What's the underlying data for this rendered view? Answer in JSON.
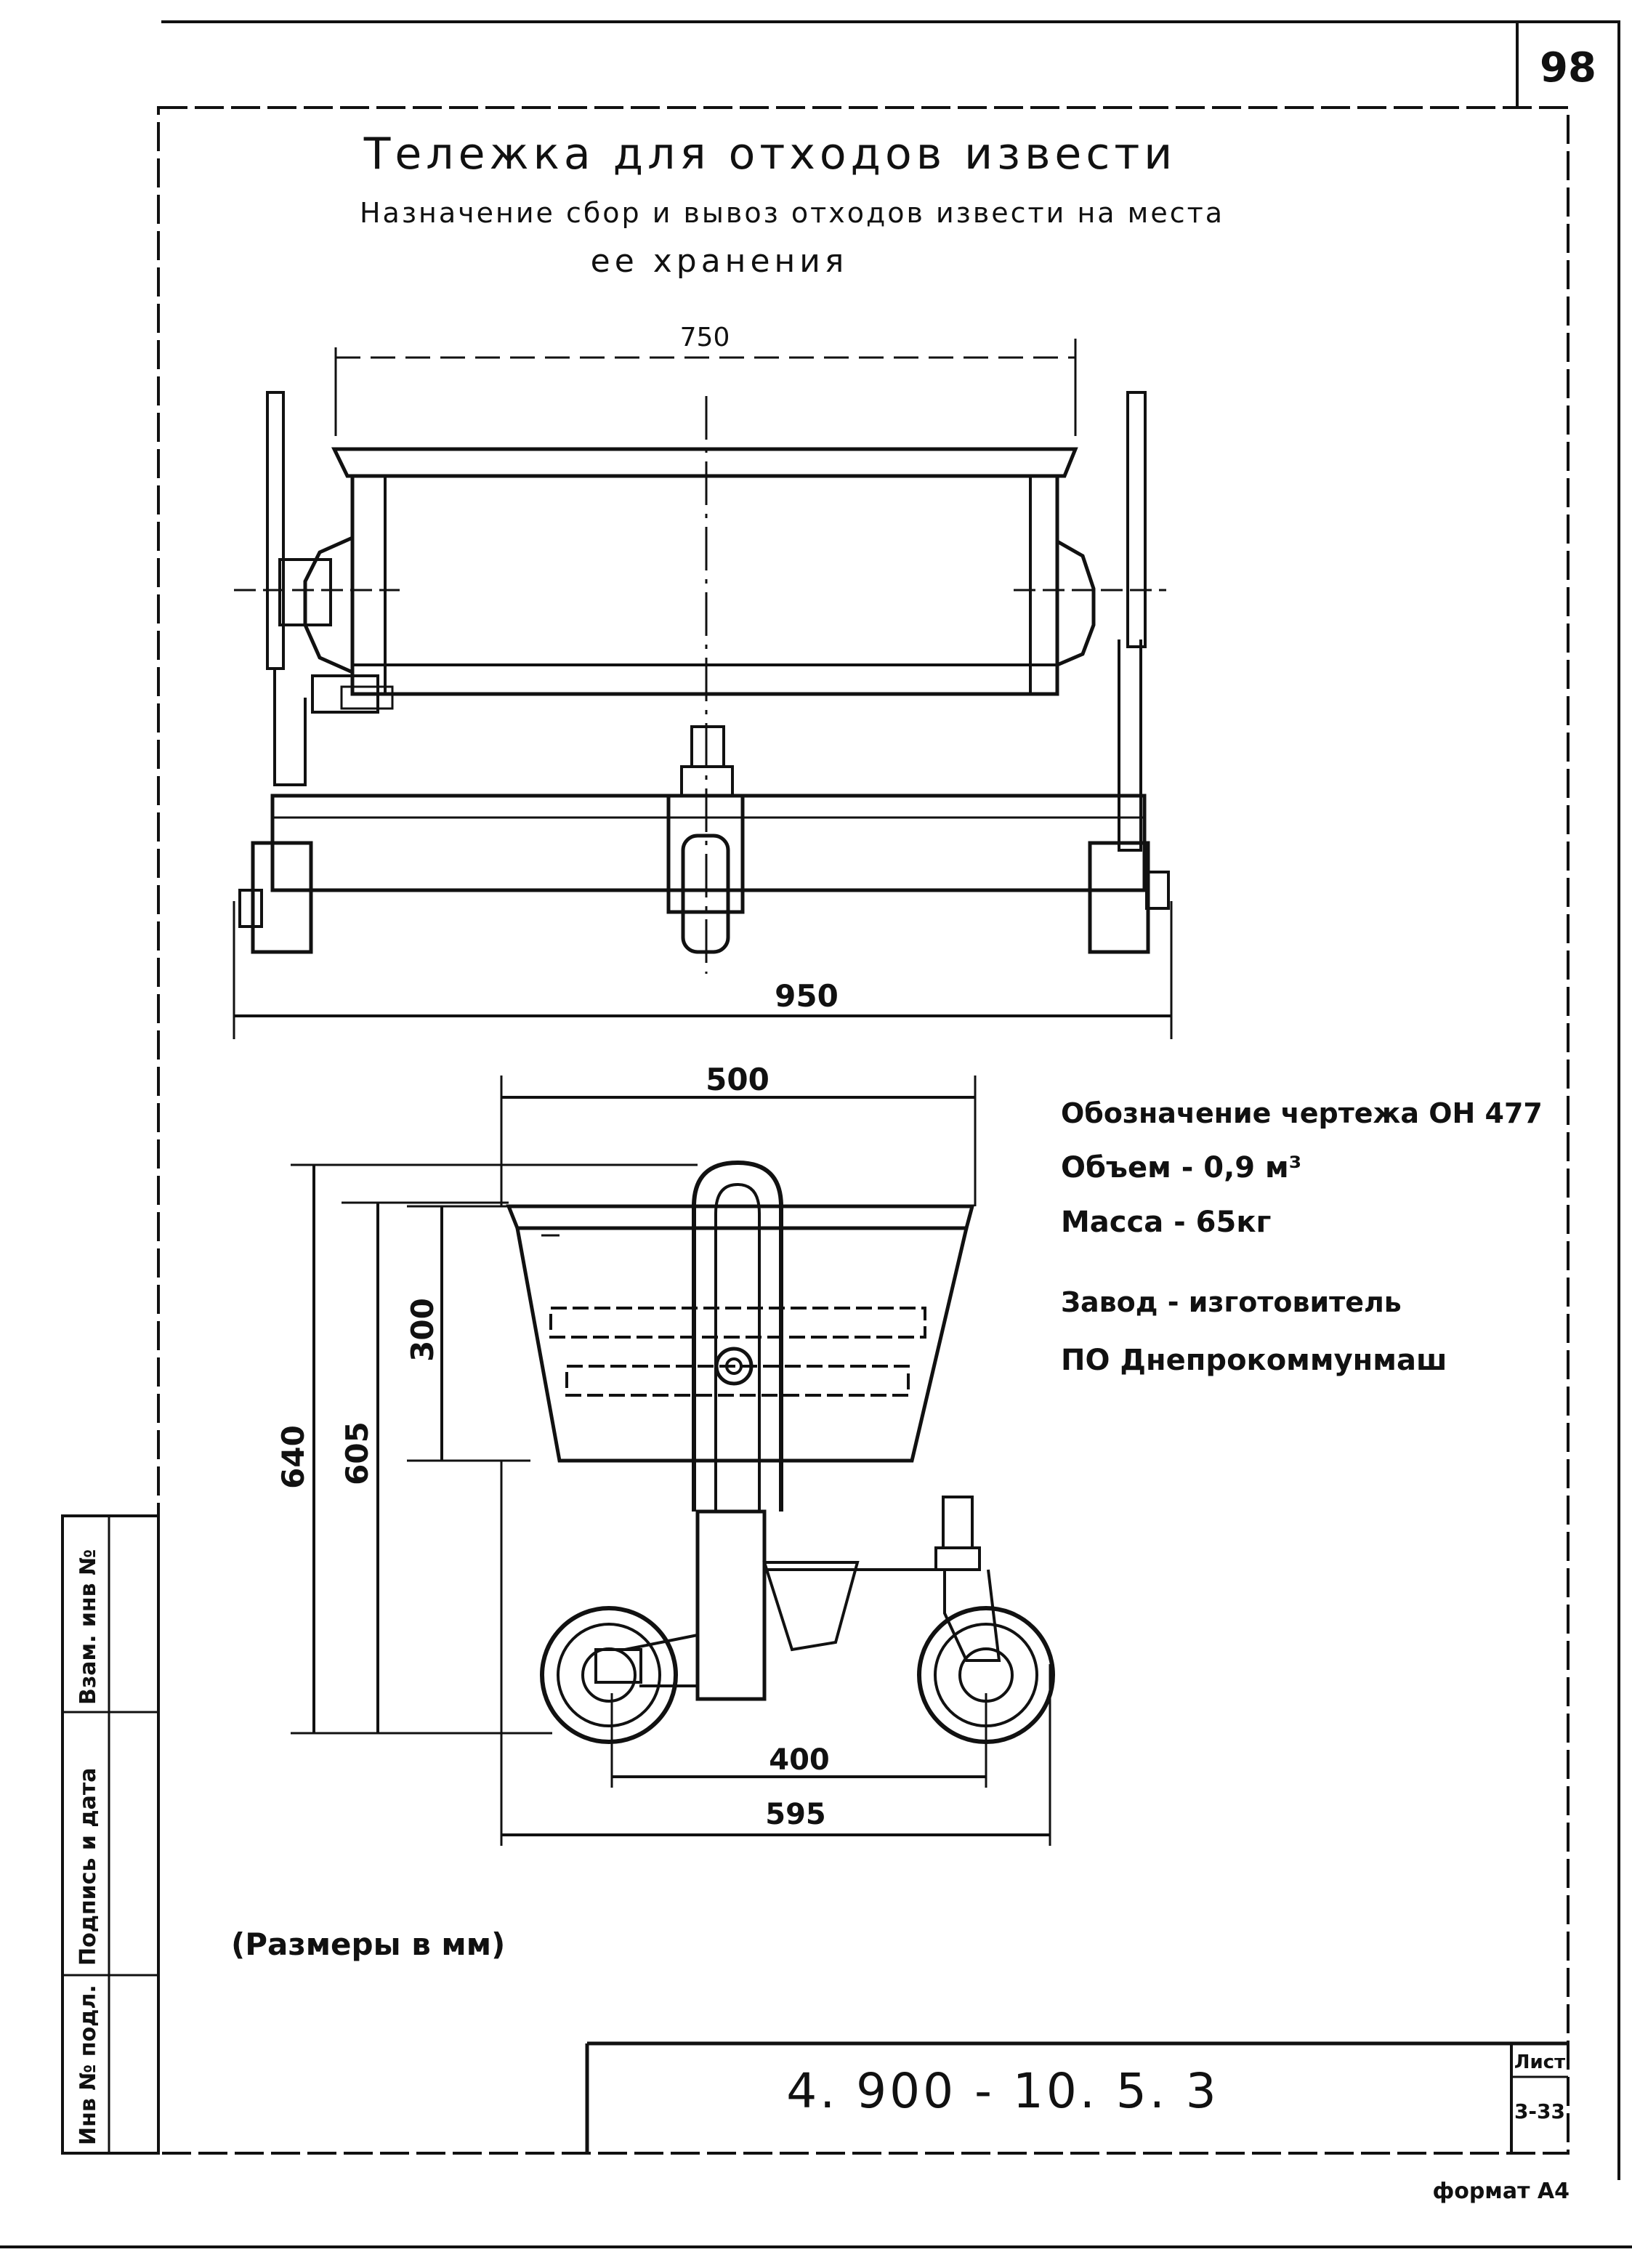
{
  "page_number": "98",
  "title": "Тележка для отходов извести",
  "purpose_line1": "Назначение сбор и вывоз отходов извести на места",
  "purpose_line2": "ее хранения",
  "dimensions": {
    "top_width": "750",
    "base_width": "950",
    "body_width": "500",
    "height_total": "640",
    "height_body": "605",
    "height_bin": "300",
    "wheelbase": "400",
    "overall_length": "595"
  },
  "specs": {
    "drawing_designation": "Обозначение чертежа ОН 477",
    "volume": "Объем - 0,9 м³",
    "mass": "Масса - 65кг",
    "manufacturer_label": "Завод - изготовитель",
    "manufacturer": "ПО Днепрокоммунмаш"
  },
  "units_note": "(Размеры в мм)",
  "sidebar": {
    "inv_original": "Инв № подл.",
    "signature_date": "Подпись и дата",
    "replacement_inv": "Взам. инв №"
  },
  "title_block": {
    "code": "4. 900 - 10. 5. 3",
    "sheet_label": "Лист",
    "sheet_number": "3-33"
  },
  "format_note": "формат А4"
}
